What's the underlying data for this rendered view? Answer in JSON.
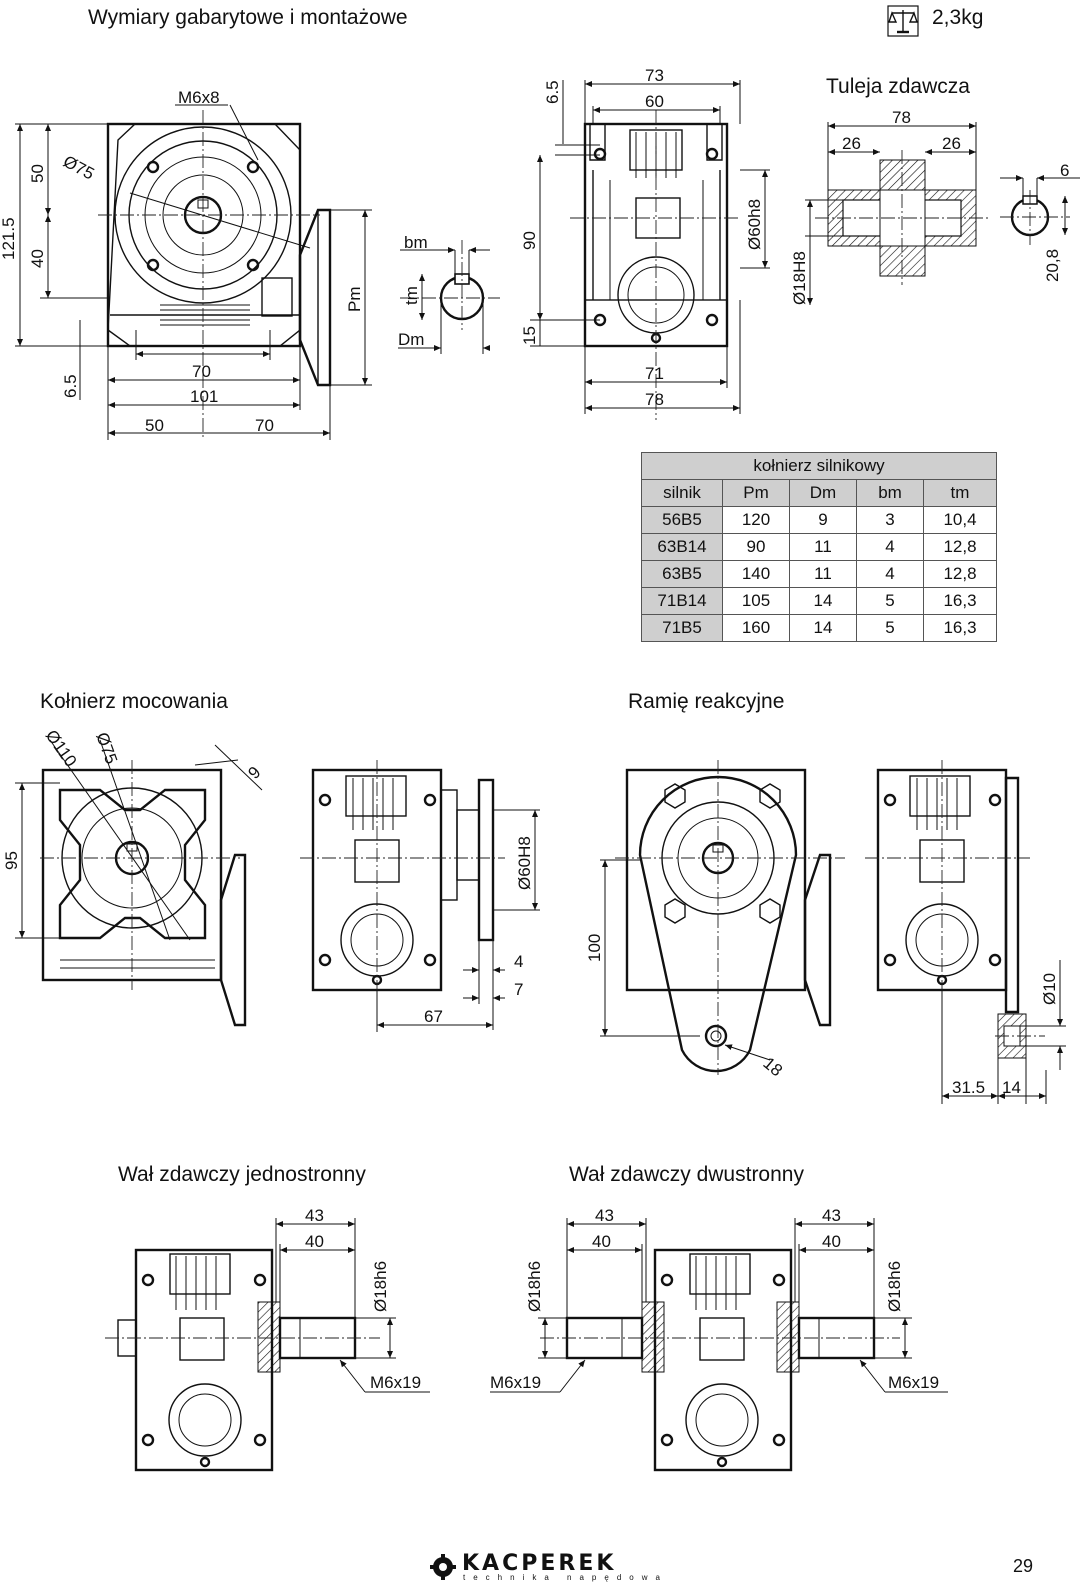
{
  "header": {
    "title": "Wymiary gabarytowe i montażowe",
    "weight": "2,3kg",
    "weight_icon": "scale-icon"
  },
  "sections": {
    "sleeve": "Tuleja zdawcza",
    "flange": "Kołnierz mocowania",
    "arm": "Ramię reakcyjne",
    "shaft_single": "Wał zdawczy jednostronny",
    "shaft_double": "Wał zdawczy dwustronny"
  },
  "dims": {
    "m6x8": "M6x8",
    "d75": "Ø75",
    "h1215": "121.5",
    "h50": "50",
    "h40": "40",
    "h65a": "6.5",
    "w70": "70",
    "w101": "101",
    "w50": "50",
    "w70b": "70",
    "pm": "Pm",
    "bm": "bm",
    "tm": "tm",
    "dm": "Dm",
    "h65b": "6.5",
    "h90": "90",
    "h15": "15",
    "w73": "73",
    "w60": "60",
    "d60h8": "Ø60h8",
    "w71": "71",
    "w78": "78",
    "d18H8": "Ø18H8",
    "s78": "78",
    "s26a": "26",
    "s26b": "26",
    "k6": "6",
    "k208": "20,8",
    "f110": "Ø110",
    "f75": "Ø75",
    "f9": "9",
    "f95": "95",
    "f60H8": "Ø60H8",
    "f4": "4",
    "f7": "7",
    "f67": "67",
    "a100": "100",
    "a18": "18",
    "a10": "Ø10",
    "a315": "31.5",
    "a14": "14",
    "sh43a": "43",
    "sh40a": "40",
    "sh18a": "Ø18h6",
    "sh_m6a": "M6x19",
    "sh43b": "43",
    "sh40b": "40",
    "sh18b": "Ø18h6",
    "sh_m6b": "M6x19",
    "sh43c": "43",
    "sh40c": "40",
    "sh18c": "Ø18h6",
    "sh_m6c": "M6x19"
  },
  "motor_table": {
    "title": "kołnierz silnikowy",
    "columns": [
      "silnik",
      "Pm",
      "Dm",
      "bm",
      "tm"
    ],
    "rows": [
      [
        "56B5",
        "120",
        "9",
        "3",
        "10,4"
      ],
      [
        "63B14",
        "90",
        "11",
        "4",
        "12,8"
      ],
      [
        "63B5",
        "140",
        "11",
        "4",
        "12,8"
      ],
      [
        "71B14",
        "105",
        "14",
        "5",
        "16,3"
      ],
      [
        "71B5",
        "160",
        "14",
        "5",
        "16,3"
      ]
    ]
  },
  "footer": {
    "brand": "KACPEREK",
    "tagline": "technika napędowa",
    "page": "29",
    "logo_icon": "gear-logo-icon"
  }
}
